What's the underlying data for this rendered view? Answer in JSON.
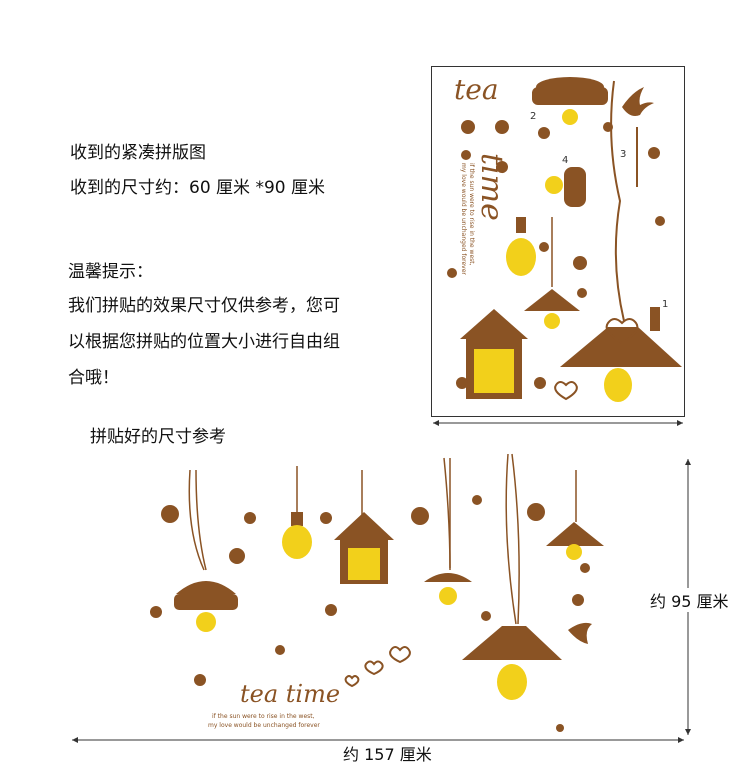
{
  "intro": {
    "received_layout": "收到的紧凑拼版图",
    "received_size": "收到的尺寸约：60 厘米 *90 厘米"
  },
  "tips": {
    "title": "温馨提示：",
    "line1": "我们拼贴的效果尺寸仅供参考，您可",
    "line2": "以根据您拼贴的位置大小进行自由组",
    "line3": "合哦！"
  },
  "reference_label": "拼贴好的尺寸参考",
  "dimensions": {
    "height": "约 95 厘米",
    "width": "约 157 厘米"
  },
  "sticker_sheet": {
    "title_word1": "tea",
    "title_word2": "time",
    "slogan_line1": "if the sun were to rise in the west,",
    "slogan_line2": "my love would be unchanged forever",
    "numbers": [
      "1",
      "2",
      "3",
      "4"
    ]
  },
  "assembled": {
    "title": "tea time",
    "slogan_line1": "if the sun were to rise in the west,",
    "slogan_line2": "my love would be unchanged forever"
  },
  "colors": {
    "brown": "#8a5324",
    "yellow": "#f2d01b"
  }
}
